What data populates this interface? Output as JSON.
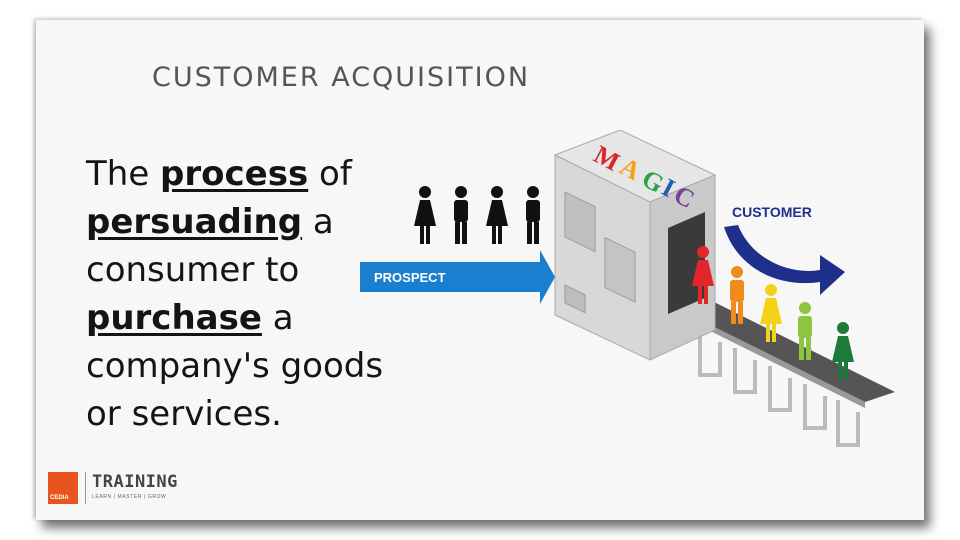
{
  "slide": {
    "title": "CUSTOMER ACQUISITION",
    "body": {
      "w1": "The ",
      "k1": "process",
      "w2": " of ",
      "k2": "persuading",
      "w3": " a consumer to ",
      "k3": "purchase",
      "w4": " a company's goods or services."
    }
  },
  "illustration": {
    "prospect_label": "PROSPECT",
    "customer_label": "CUSTOMER",
    "machine_label": [
      "M",
      "A",
      "G",
      "I",
      "C"
    ],
    "machine_letter_colors": [
      "#d9262c",
      "#f4a11a",
      "#28a448",
      "#1e5fb5",
      "#7b3fa0"
    ],
    "prospect_color": "#111111",
    "customer_colors": [
      "#e3262b",
      "#f08a1c",
      "#f4d21a",
      "#8cc63f",
      "#1d7a3a"
    ],
    "arrow_prospect_color": "#1b7fd0",
    "arrow_customer_color": "#1e2f8c"
  },
  "logo": {
    "box_text": "CEDIA",
    "name": "TRAINING",
    "tagline": "LEARN | MASTER | GROW"
  }
}
